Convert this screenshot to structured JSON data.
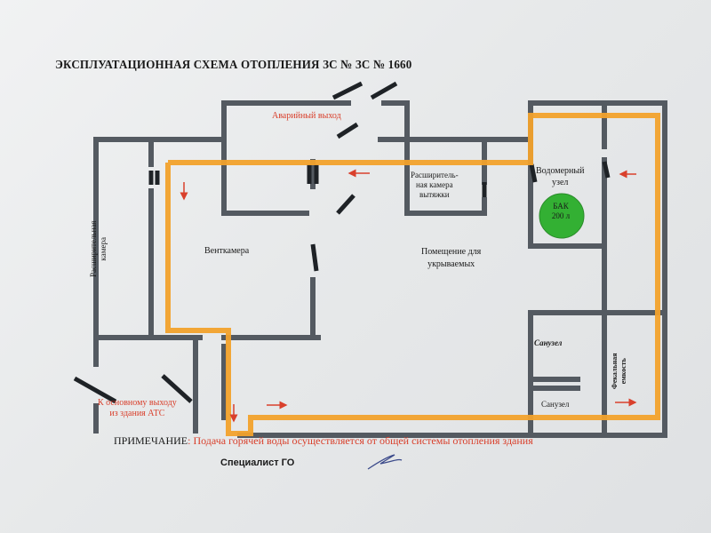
{
  "title": "ЭКСПЛУАТАЦИОННАЯ СХЕМА ОТОПЛЕНИЯ ЗС  № ЗС № 1660",
  "rooms": {
    "emergency_exit": "Аварийный выход",
    "ventkamera": "Венткамера",
    "ext_chamber_left_l1": "Расширительная",
    "ext_chamber_left_l2": "камера",
    "ext_chamber_right_l1": "Расширитель-",
    "ext_chamber_right_l2": "ная камера",
    "ext_chamber_right_l3": "вытяжки",
    "shelter_l1": "Помещение для",
    "shelter_l2": "укрываемых",
    "meter_l1": "Водомерный",
    "meter_l2": "узел",
    "tank_l1": "БАК",
    "tank_l2": "200 л",
    "wc_1": "Санузел",
    "wc_2": "Санузел",
    "fecal_l1": "Фекальная",
    "fecal_l2": "емкость",
    "exit_ats_l1": "К основному выходу",
    "exit_ats_l2": "из здания АТС"
  },
  "note": {
    "heading": "ПРИМЕЧАНИЕ",
    "text": ": Подача горячей воды осуществляется от общей системы отопления здания"
  },
  "signature_label": "Специалист ГО",
  "colors": {
    "pipe": "#f2a22c",
    "wall": "#545a61",
    "tank": "#33b033",
    "arrow": "#d9402c",
    "text_red": "#d9402c"
  }
}
